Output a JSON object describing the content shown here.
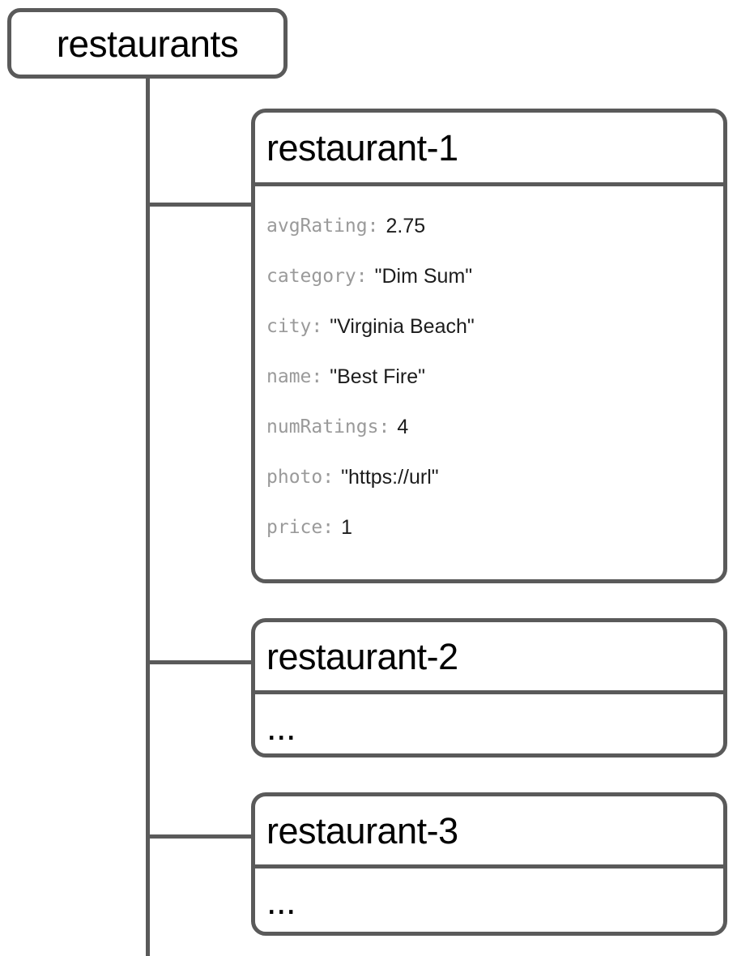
{
  "diagram": {
    "type": "firestore-collection-tree",
    "root": {
      "label": "restaurants",
      "kind": "collection"
    },
    "documents": [
      {
        "id": "restaurant-1",
        "expanded": true,
        "fields": [
          {
            "key": "avgRating:",
            "value": "2.75"
          },
          {
            "key": "category:",
            "value": "\"Dim Sum\""
          },
          {
            "key": "city:",
            "value": "\"Virginia Beach\""
          },
          {
            "key": "name:",
            "value": "\"Best Fire\""
          },
          {
            "key": "numRatings:",
            "value": "4"
          },
          {
            "key": "photo:",
            "value": "\"https://url\""
          },
          {
            "key": "price:",
            "value": "1"
          }
        ]
      },
      {
        "id": "restaurant-2",
        "expanded": false,
        "placeholder": "...",
        "fields": []
      },
      {
        "id": "restaurant-3",
        "expanded": false,
        "placeholder": "...",
        "fields": []
      }
    ]
  },
  "colors": {
    "stroke": "#5a5a5a",
    "key_text": "#9a9a9a",
    "value_text": "#1c1c1c",
    "title_text": "#000000",
    "background": "#ffffff"
  }
}
